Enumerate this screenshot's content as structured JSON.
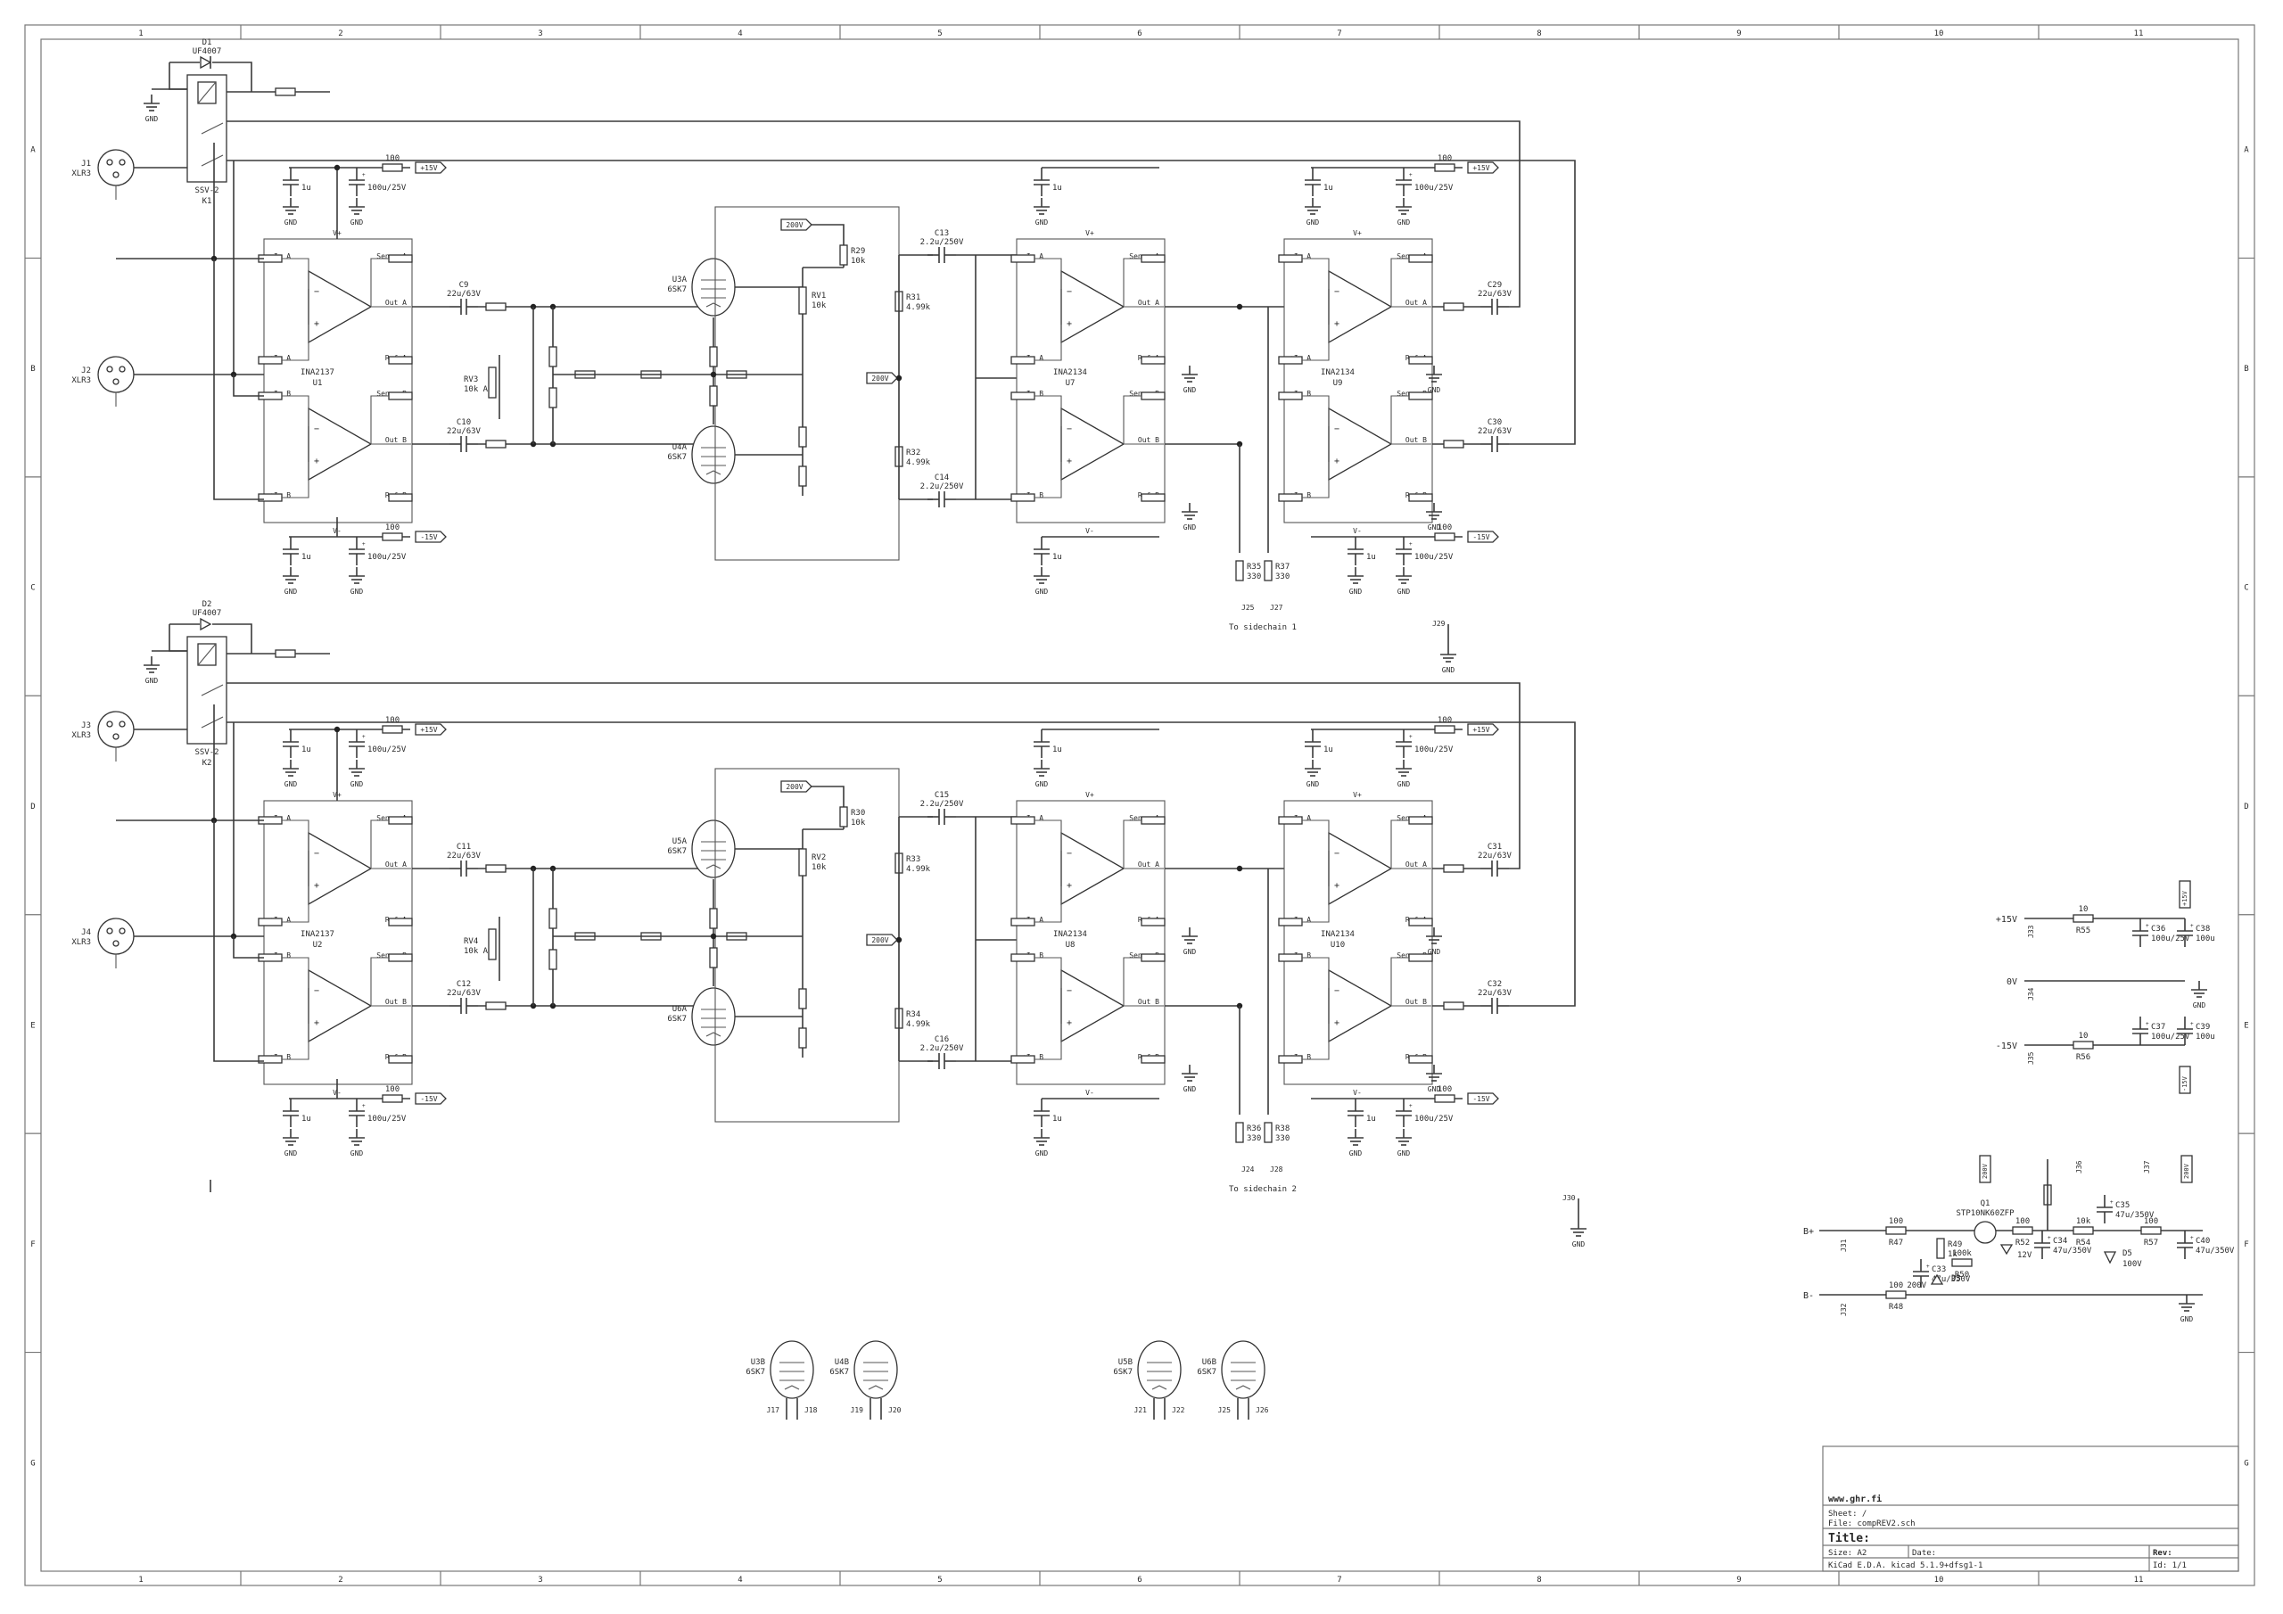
{
  "frame": {
    "columns": [
      "1",
      "2",
      "3",
      "4",
      "5",
      "6",
      "7",
      "8",
      "9",
      "10",
      "11"
    ],
    "rows": [
      "A",
      "B",
      "C",
      "D",
      "E",
      "F",
      "G"
    ]
  },
  "title_block": {
    "site": "www.ghr.fi",
    "sheet": "Sheet: /",
    "file": "File: compREV2.sch",
    "title": "Title:",
    "size": "Size: A2",
    "date": "Date:",
    "rev": "Rev:",
    "tool": "KiCad E.D.A.  kicad 5.1.9+dfsg1-1",
    "id": "Id: 1/1"
  },
  "channels": [
    {
      "diode": "D1",
      "diode_val": "UF4007",
      "relay": "K1",
      "relay_val": "SSV-2",
      "jack_in": "J1",
      "jack_out": "J2",
      "jack_val": "XLR3",
      "recv": "U1",
      "recv_val": "INA2137",
      "mid": "U7",
      "out": "U9",
      "drv_val": "INA2134",
      "tube_a": "U3A",
      "tube_b": "U4A",
      "tube_val": "6SK7",
      "in_caps": [
        {
          "ref": "C9",
          "val": "22u/63V"
        },
        {
          "ref": "C10",
          "val": "22u/63V"
        }
      ],
      "coup_caps": [
        {
          "ref": "C13",
          "val": "2.2u/250V"
        },
        {
          "ref": "C14",
          "val": "2.2u/250V"
        }
      ],
      "out_caps": [
        {
          "ref": "C29",
          "val": "22u/63V"
        },
        {
          "ref": "C30",
          "val": "22u/63V"
        }
      ],
      "pot": "RV3",
      "pot_val": "10k A",
      "trim": "RV1",
      "trim_val": "10k",
      "plate_r": "R29",
      "plate_r_val": "10k",
      "bias": [
        {
          "ref": "R31",
          "val": "4.99k"
        },
        {
          "ref": "R32",
          "val": "4.99k"
        }
      ],
      "sidechain": "To sidechain 1",
      "sc_res": [
        {
          "ref": "R35",
          "val": "330"
        },
        {
          "ref": "R37",
          "val": "330"
        }
      ],
      "sc_jacks": [
        "J25",
        "J27"
      ]
    },
    {
      "diode": "D2",
      "diode_val": "UF4007",
      "relay": "K2",
      "relay_val": "SSV-2",
      "jack_in": "J3",
      "jack_out": "J4",
      "jack_val": "XLR3",
      "recv": "U2",
      "recv_val": "INA2137",
      "mid": "U8",
      "out": "U10",
      "drv_val": "INA2134",
      "tube_a": "U5A",
      "tube_b": "U6A",
      "tube_val": "6SK7",
      "in_caps": [
        {
          "ref": "C11",
          "val": "22u/63V"
        },
        {
          "ref": "C12",
          "val": "22u/63V"
        }
      ],
      "coup_caps": [
        {
          "ref": "C15",
          "val": "2.2u/250V"
        },
        {
          "ref": "C16",
          "val": "2.2u/250V"
        }
      ],
      "out_caps": [
        {
          "ref": "C31",
          "val": "22u/63V"
        },
        {
          "ref": "C32",
          "val": "22u/63V"
        }
      ],
      "pot": "RV4",
      "pot_val": "10k A",
      "trim": "RV2",
      "trim_val": "10k",
      "plate_r": "R30",
      "plate_r_val": "10k",
      "bias": [
        {
          "ref": "R33",
          "val": "4.99k"
        },
        {
          "ref": "R34",
          "val": "4.99k"
        }
      ],
      "sidechain": "To sidechain 2",
      "sc_res": [
        {
          "ref": "R36",
          "val": "330"
        },
        {
          "ref": "R38",
          "val": "330"
        }
      ],
      "sc_jacks": [
        "J24",
        "J28"
      ]
    }
  ],
  "opamp_pins": {
    "in_a": "-In A",
    "sense_a": "Sense A",
    "out_a": "Out A",
    "pin_a": "+In A",
    "ref_a": "Ref A",
    "in_b": "-In B",
    "sense_b": "Sense B",
    "out_b": "Out B",
    "pin_b": "+In B",
    "ref_b": "Ref B",
    "vplus": "V+",
    "vminus": "V-"
  },
  "rail_labels": {
    "p15": "+15V",
    "m15": "-15V",
    "v200": "200V",
    "gnd": "GND",
    "dec_cap": "1u",
    "bulk_cap": "100u/25V",
    "rail_res": "100"
  },
  "spare_tubes": [
    {
      "ref": "U3B",
      "val": "6SK7",
      "j": [
        "J17",
        "J18"
      ]
    },
    {
      "ref": "U4B",
      "val": "6SK7",
      "j": [
        "J19",
        "J20"
      ]
    },
    {
      "ref": "U5B",
      "val": "6SK7",
      "j": [
        "J21",
        "J22"
      ]
    },
    {
      "ref": "U6B",
      "val": "6SK7",
      "j": [
        "J25",
        "J26"
      ]
    }
  ],
  "psu_low": {
    "labels": [
      "+15V",
      "0V",
      "-15V"
    ],
    "res": [
      {
        "ref": "R55",
        "val": "10"
      },
      {
        "ref": "R56",
        "val": "10"
      }
    ],
    "caps": [
      {
        "ref": "C36",
        "val": "100u/25V"
      },
      {
        "ref": "C37",
        "val": "100u/25V"
      },
      {
        "ref": "C38",
        "val": "100u"
      },
      {
        "ref": "C39",
        "val": "100u"
      }
    ],
    "jacks": [
      "J33",
      "J34",
      "J35"
    ]
  },
  "psu_hv": {
    "inputs": [
      "B+",
      "B-"
    ],
    "mosfet": "Q1",
    "mosfet_val": "STP10NK60ZFP",
    "zener": "D3",
    "zener_val": "200V",
    "diode": "D5",
    "diode_val": "100V",
    "res": [
      {
        "ref": "R47",
        "val": "100"
      },
      {
        "ref": "R48",
        "val": "100"
      },
      {
        "ref": "R49",
        "val": "1k"
      },
      {
        "ref": "R50",
        "val": "100k"
      },
      {
        "ref": "R52",
        "val": "100"
      },
      {
        "ref": "R54",
        "val": "10k"
      },
      {
        "ref": "R57",
        "val": "100"
      }
    ],
    "caps": [
      {
        "ref": "C33",
        "val": "47u/350V"
      },
      {
        "ref": "C34",
        "val": "47u/350V"
      },
      {
        "ref": "C35",
        "val": "47u/350V"
      },
      {
        "ref": "C40",
        "val": "47u/350V"
      }
    ],
    "jacks": [
      "J31",
      "J32",
      "J36",
      "J37"
    ],
    "zener12": "12V"
  },
  "loose": {
    "j29": "J29",
    "j30": "J30"
  }
}
